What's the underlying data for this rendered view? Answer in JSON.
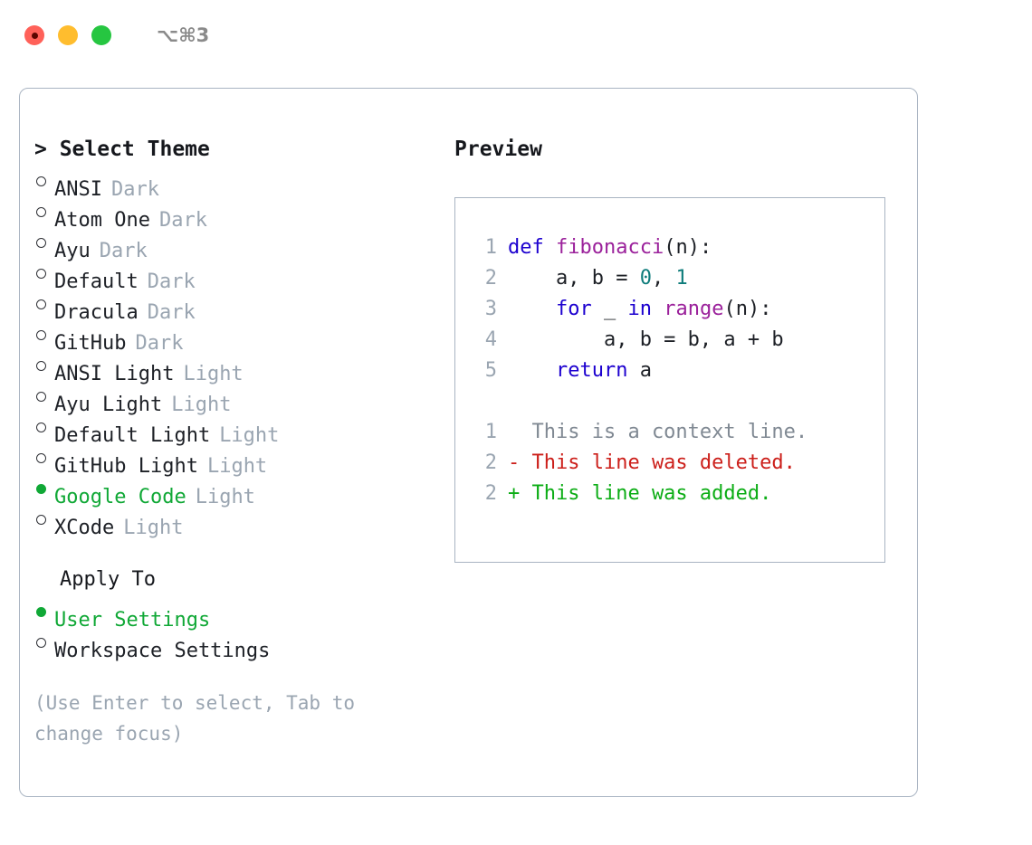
{
  "window": {
    "shortcut": "⌥⌘3",
    "traffic_lights": [
      {
        "name": "close",
        "color": "#ff6159"
      },
      {
        "name": "minimize",
        "color": "#ffbd2e"
      },
      {
        "name": "maximize",
        "color": "#26c641"
      }
    ]
  },
  "theme_panel": {
    "heading": "> Select Theme",
    "items": [
      {
        "label": "ANSI",
        "badge": "Dark",
        "selected": false
      },
      {
        "label": "Atom One",
        "badge": "Dark",
        "selected": false
      },
      {
        "label": "Ayu",
        "badge": "Dark",
        "selected": false
      },
      {
        "label": "Default",
        "badge": "Dark",
        "selected": false
      },
      {
        "label": "Dracula",
        "badge": "Dark",
        "selected": false
      },
      {
        "label": "GitHub",
        "badge": "Dark",
        "selected": false
      },
      {
        "label": "ANSI Light",
        "badge": "Light",
        "selected": false
      },
      {
        "label": "Ayu Light",
        "badge": "Light",
        "selected": false
      },
      {
        "label": "Default Light",
        "badge": "Light",
        "selected": false
      },
      {
        "label": "GitHub Light",
        "badge": "Light",
        "selected": false
      },
      {
        "label": "Google Code",
        "badge": "Light",
        "selected": true
      },
      {
        "label": "XCode",
        "badge": "Light",
        "selected": false
      }
    ]
  },
  "apply_to": {
    "heading": "Apply To",
    "items": [
      {
        "label": "User Settings",
        "selected": true
      },
      {
        "label": "Workspace Settings",
        "selected": false
      }
    ]
  },
  "hint": "(Use Enter to select, Tab to change focus)",
  "preview": {
    "title": "Preview",
    "code_lines": [
      {
        "no": "1",
        "tokens": [
          {
            "t": "def ",
            "c": "kw"
          },
          {
            "t": "fibonacci",
            "c": "fn"
          },
          {
            "t": "(n):",
            "c": "pl"
          }
        ]
      },
      {
        "no": "2",
        "tokens": [
          {
            "t": "    a, b = ",
            "c": "pl"
          },
          {
            "t": "0",
            "c": "num"
          },
          {
            "t": ", ",
            "c": "pl"
          },
          {
            "t": "1",
            "c": "num"
          }
        ]
      },
      {
        "no": "3",
        "tokens": [
          {
            "t": "    ",
            "c": "pl"
          },
          {
            "t": "for",
            "c": "kw"
          },
          {
            "t": " _ ",
            "c": "pl"
          },
          {
            "t": "in",
            "c": "kw"
          },
          {
            "t": " ",
            "c": "pl"
          },
          {
            "t": "range",
            "c": "fn"
          },
          {
            "t": "(n):",
            "c": "pl"
          }
        ]
      },
      {
        "no": "4",
        "tokens": [
          {
            "t": "        a, b = b, a + b",
            "c": "pl"
          }
        ]
      },
      {
        "no": "5",
        "tokens": [
          {
            "t": "    ",
            "c": "pl"
          },
          {
            "t": "return",
            "c": "kw"
          },
          {
            "t": " a",
            "c": "pl"
          }
        ]
      }
    ],
    "diff_lines": [
      {
        "no": "1",
        "marker": "  ",
        "text": "This is a context line.",
        "kind": "ctx"
      },
      {
        "no": "2",
        "marker": "- ",
        "text": "This line was deleted.",
        "kind": "del"
      },
      {
        "no": "2",
        "marker": "+ ",
        "text": "This line was added.",
        "kind": "add"
      }
    ]
  },
  "colors": {
    "accent_green": "#10a836",
    "badge_grey": "#9aa5b1",
    "border": "#a9b4c2",
    "keyword": "#1c00cf",
    "function": "#9b219b",
    "number": "#0e7c7b",
    "diff_add": "#0cad15",
    "diff_del": "#cc1f1a",
    "diff_ctx": "#808993"
  }
}
